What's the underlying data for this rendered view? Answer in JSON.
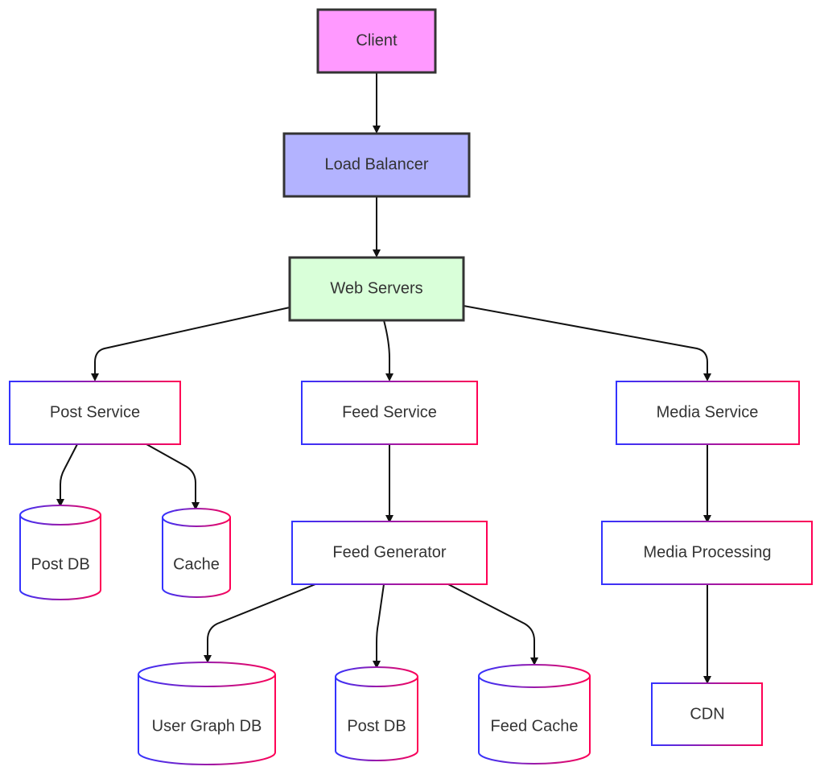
{
  "nodes": {
    "client": {
      "label": "Client",
      "fill": "#ff99ff"
    },
    "load_balancer": {
      "label": "Load Balancer",
      "fill": "#b3b3ff"
    },
    "web_servers": {
      "label": "Web Servers",
      "fill": "#d9ffd9"
    },
    "post_service": {
      "label": "Post Service"
    },
    "feed_service": {
      "label": "Feed Service"
    },
    "media_service": {
      "label": "Media Service"
    },
    "post_db_1": {
      "label": "Post DB"
    },
    "cache": {
      "label": "Cache"
    },
    "feed_generator": {
      "label": "Feed Generator"
    },
    "media_processing": {
      "label": "Media Processing"
    },
    "user_graph_db": {
      "label": "User Graph DB"
    },
    "post_db_2": {
      "label": "Post DB"
    },
    "feed_cache": {
      "label": "Feed Cache"
    },
    "cdn": {
      "label": "CDN"
    }
  },
  "edges": [
    {
      "from": "client",
      "to": "load_balancer"
    },
    {
      "from": "load_balancer",
      "to": "web_servers"
    },
    {
      "from": "web_servers",
      "to": "post_service"
    },
    {
      "from": "web_servers",
      "to": "feed_service"
    },
    {
      "from": "web_servers",
      "to": "media_service"
    },
    {
      "from": "post_service",
      "to": "post_db_1"
    },
    {
      "from": "post_service",
      "to": "cache"
    },
    {
      "from": "feed_service",
      "to": "feed_generator"
    },
    {
      "from": "feed_generator",
      "to": "user_graph_db"
    },
    {
      "from": "feed_generator",
      "to": "post_db_2"
    },
    {
      "from": "feed_generator",
      "to": "feed_cache"
    },
    {
      "from": "media_service",
      "to": "media_processing"
    },
    {
      "from": "media_processing",
      "to": "cdn"
    }
  ],
  "colors": {
    "outline_gradient_start": "#3333ff",
    "outline_gradient_end": "#ff0055",
    "highlight_stroke": "#333333",
    "edge_color": "#111111"
  }
}
